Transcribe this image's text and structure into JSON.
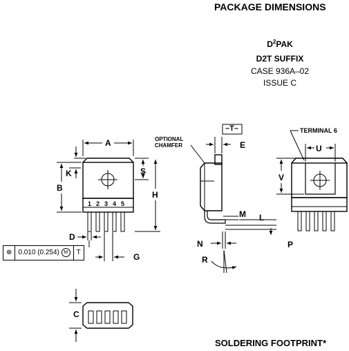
{
  "header": {
    "title": "PACKAGE DIMENSIONS",
    "footer": "SOLDERING FOOTPRINT*"
  },
  "package": {
    "name": "D2PAK",
    "name_main": "D",
    "name_sup": "2",
    "name_rest": "PAK",
    "suffix": "D2T SUFFIX",
    "case": "CASE 936A–02",
    "issue": "ISSUE C"
  },
  "front_view": {
    "pins": [
      "1",
      "2",
      "3",
      "4",
      "5"
    ],
    "dims": {
      "A": "A",
      "K": "K",
      "B": "B",
      "S": "S",
      "H": "H",
      "D": "D",
      "G": "G",
      "C": "C"
    }
  },
  "tolerance_frame": {
    "symbol": "position",
    "value": "0.010 (0.254)",
    "modifier": "M",
    "datum": "T"
  },
  "side_view": {
    "optional_chamfer": "OPTIONAL\nCHAMFER",
    "optional_line1": "OPTIONAL",
    "optional_line2": "CHAMFER",
    "datum": "–T–",
    "dims": {
      "E": "E",
      "M": "M",
      "L": "L",
      "N": "N",
      "P": "P",
      "R": "R"
    }
  },
  "back_view": {
    "terminal_label": "TERMINAL 6",
    "dims": {
      "U": "U",
      "V": "V"
    }
  }
}
